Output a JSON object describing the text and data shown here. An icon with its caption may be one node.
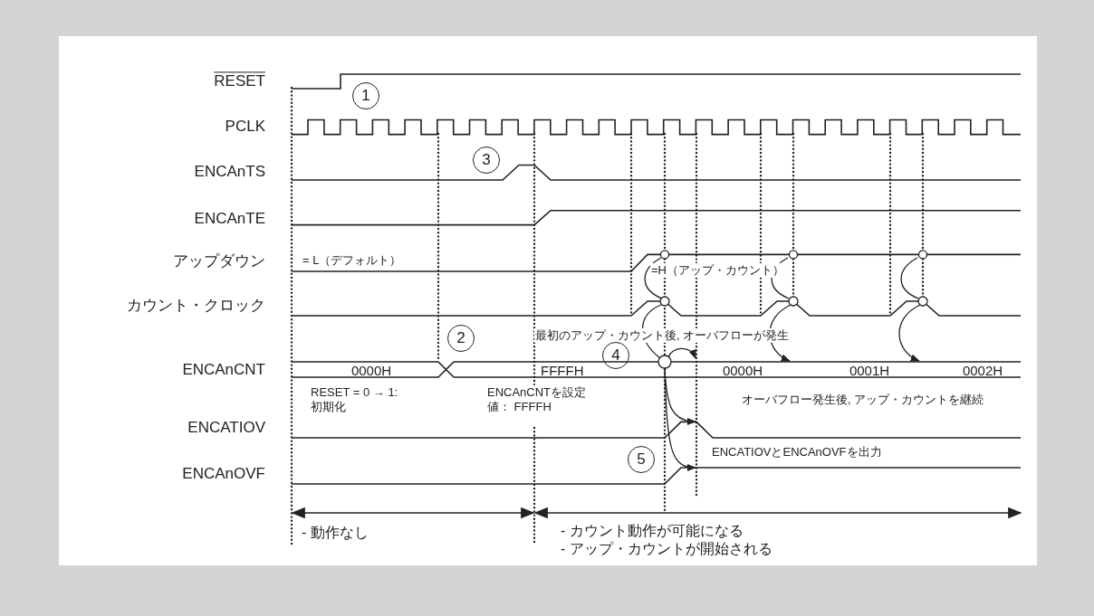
{
  "diagram": {
    "labels": [
      "RESET",
      "1",
      "PCLK",
      "3",
      "ENCAnTS",
      "ENCAnTE",
      "アップダウン",
      "= L（デフォルト）",
      "=H（アップ・カウント）",
      "カウント・クロック",
      "2",
      "最初のアップ・カウント後, オーバフローが発生",
      "4",
      "ENCAnCNT",
      "0000H",
      "FFFFH",
      "0000H",
      "0001H",
      "0002H",
      "RESET = 0 → 1: 初期化",
      "ENCAnCNTを設定値： FFFFH",
      "オーバフロー発生後, アップ・カウントを継続",
      "ENCATIOV",
      "ENCATIOVとENCAnOVFを出力",
      "5",
      "ENCAnOVF",
      "- 動作なし",
      "- カウント動作が可能になる",
      "- アップ・カウントが開始される"
    ]
  }
}
